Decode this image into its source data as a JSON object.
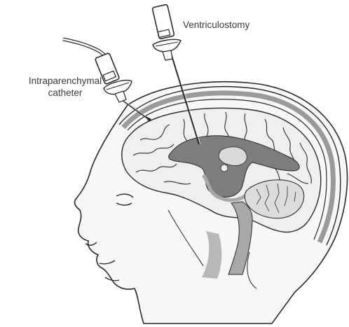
{
  "labels": {
    "ventriculostomy": "Ventriculostomy",
    "intraparenchymal_line1": "Intraparenchymal",
    "intraparenchymal_line2": "catheter"
  },
  "colors": {
    "outline": "#2a2a2a",
    "skin": "#f7f7f7",
    "brain": "#efefef",
    "ventricle": "#7d7d7d",
    "ventricle_light": "#a8a8a8",
    "skull_band": "#9a9a9a",
    "cerebellum": "#dcdcdc"
  },
  "icons": [
    "ventriculostomy-device",
    "intraparenchymal-catheter-device",
    "head-silhouette",
    "brain",
    "lateral-ventricle",
    "cerebellum",
    "skull"
  ]
}
